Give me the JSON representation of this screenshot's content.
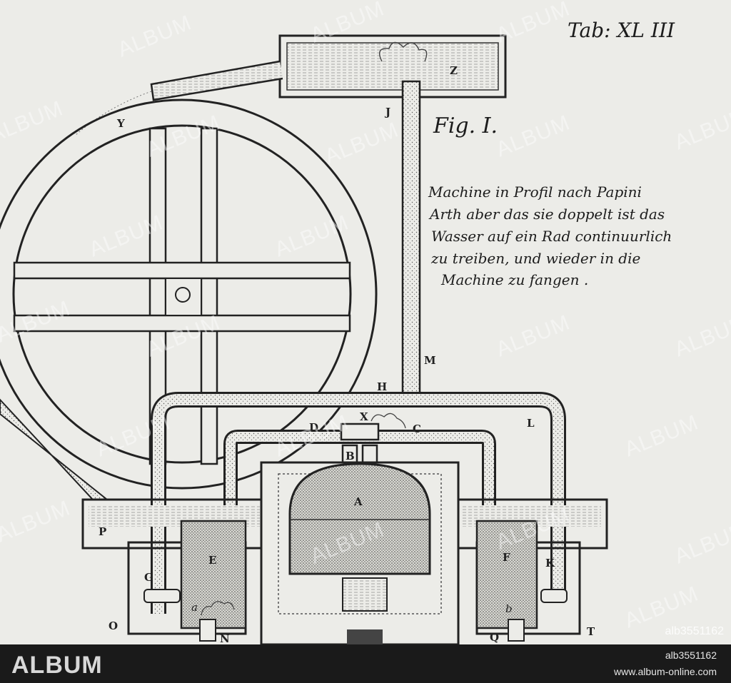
{
  "plate": {
    "title": "Tab: XL III",
    "figure": "Fig. I.",
    "caption_lines": [
      "Machine in Profil nach Papini",
      "Arth aber das sie doppelt ist das",
      "Wasser auf ein Rad continuurlich",
      "zu treiben, und wieder in die",
      "Machine zu fangen ."
    ]
  },
  "labels": {
    "Z": "Z",
    "J": "J",
    "Y": "Y",
    "M": "M",
    "H": "H",
    "X": "X",
    "D": "D",
    "C": "C",
    "L": "L",
    "B": "B",
    "A": "A",
    "E": "E",
    "F": "F",
    "P": "P",
    "G": "G",
    "K": "K",
    "a": "a",
    "b": "b",
    "O": "O",
    "N": "N",
    "Q": "Q",
    "T": "T"
  },
  "watermark": {
    "text": "ALBUM",
    "corner_id": "alb3551162"
  },
  "footer": {
    "logo": "ALBUM",
    "image_id": "alb3551162",
    "url": "www.album-online.com"
  }
}
